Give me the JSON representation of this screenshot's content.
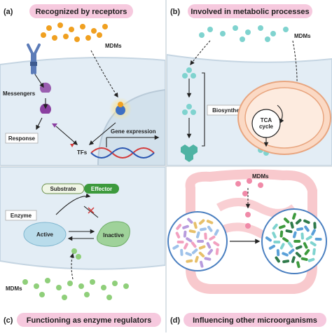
{
  "panels": {
    "a": {
      "tag": "(a)",
      "title": "Recognized by receptors",
      "mdms": "MDMs",
      "messengers": "Messengers",
      "response": "Response",
      "tfs": "TFs",
      "gene_expression": "Gene expression"
    },
    "b": {
      "tag": "(b)",
      "title": "Involved in metabolic processes",
      "mdms": "MDMs",
      "biosynthesis": "Biosynthesis",
      "tca_line1": "TCA",
      "tca_line2": "cycle"
    },
    "c": {
      "tag": "(c)",
      "title": "Functioning as enzyme regulators",
      "mdms": "MDMs",
      "substrate": "Substrate",
      "effector": "Effector",
      "enzyme": "Enzyme",
      "active": "Active",
      "inactive": "Inactive"
    },
    "d": {
      "tag": "(d)",
      "title": "Influencing other microorganisms",
      "mdms": "MDMs"
    }
  },
  "colors": {
    "panel_a_badge": "#f6c9de",
    "panel_b_badge": "#f6c9de",
    "panel_c_badge": "#f6c9de",
    "panel_d_badge": "#f6c9de",
    "mdm_orange": "#f0a020",
    "mdm_teal": "#7fd3cf",
    "mdm_green": "#8fcf7a",
    "mdm_pink": "#f08aa8",
    "effector": "#3d9a3d",
    "cell_bg": "#dde9f2"
  },
  "icons": [
    "receptor-icon",
    "messenger-icon",
    "nuclear-receptor-icon",
    "dna-helix-icon",
    "mitochondrion-icon",
    "intestine-icon",
    "microbiota-icon",
    "inhibit-cross-icon"
  ]
}
